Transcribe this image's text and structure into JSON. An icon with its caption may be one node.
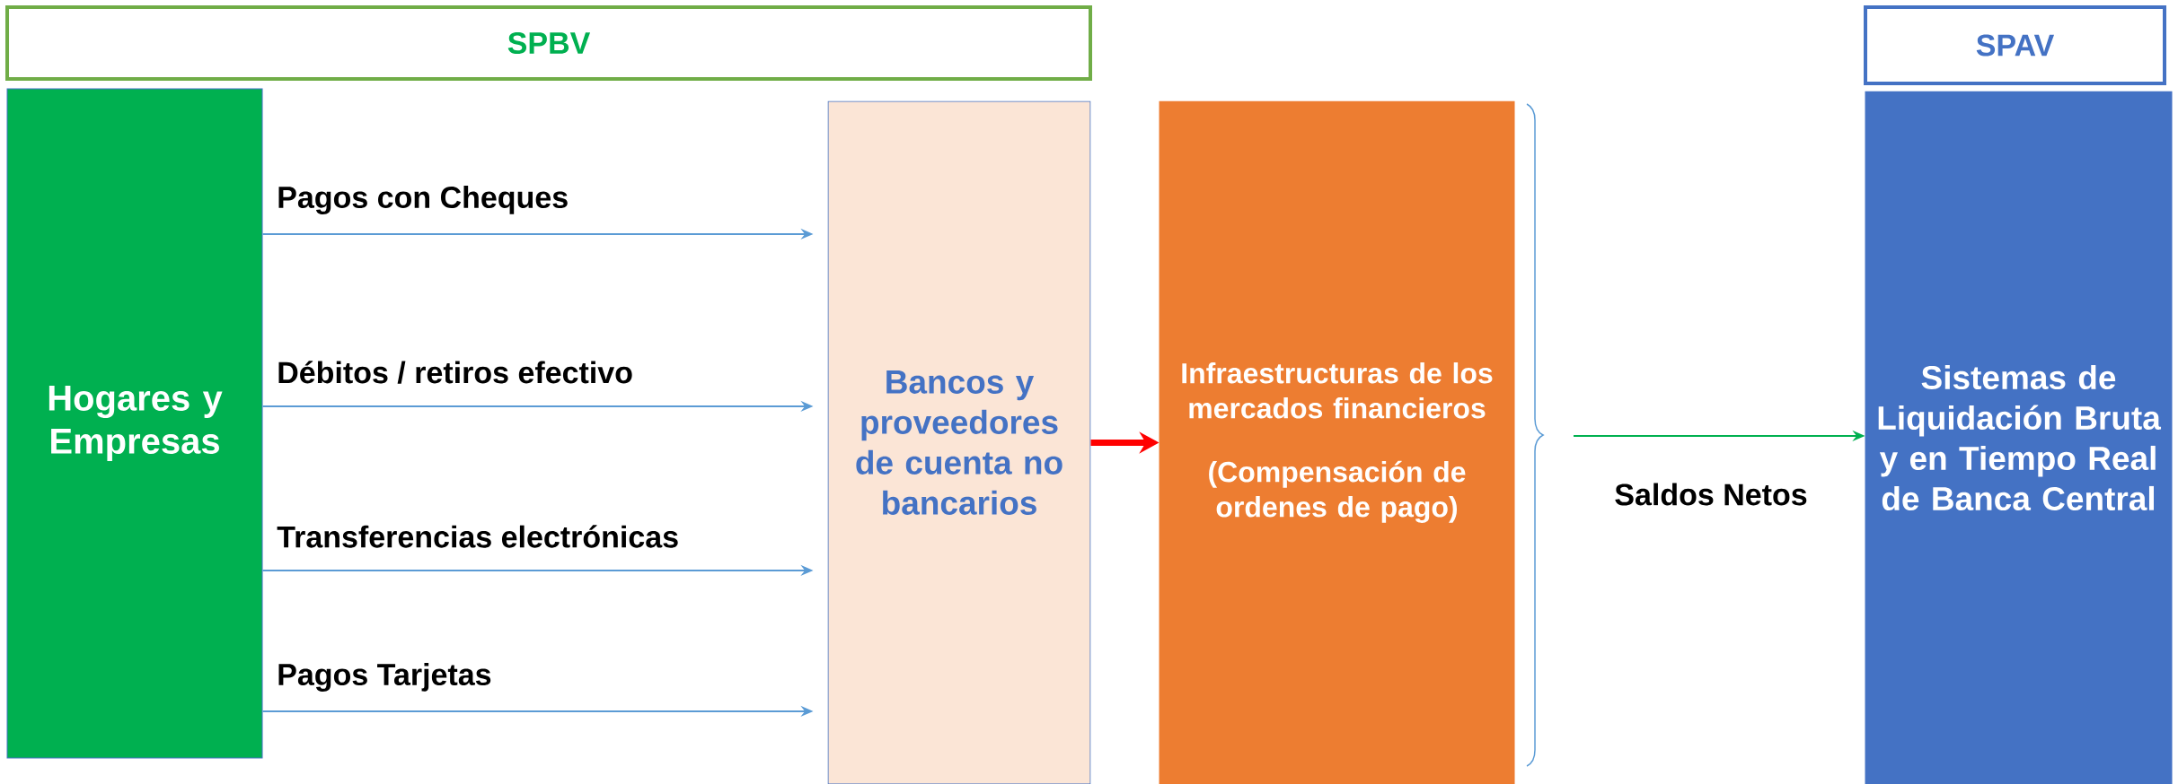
{
  "diagram": {
    "nodes": [
      {
        "text": [
          "SPBV"
        ]
      },
      {
        "text": [
          "SPAV"
        ]
      },
      {
        "text": [
          "Hogares y Empresas"
        ]
      },
      {
        "text": [
          "Bancos y proveedores de cuenta no bancarios"
        ]
      },
      {
        "text": [
          "Infraestructuras de los mercados financieros",
          "(Compensación de ordenes de pago)"
        ]
      },
      {
        "text": [
          "Sistemas de Liquidación Bruta y en Tiempo Real de Banca Central"
        ]
      }
    ],
    "edges": [
      {
        "from": 2,
        "to": 3,
        "arrow": "to",
        "label": "Pagos con Cheques"
      },
      {
        "from": 2,
        "to": 3,
        "arrow": "to",
        "label": "Débitos / retiros efectivo"
      },
      {
        "from": 2,
        "to": 3,
        "arrow": "to",
        "label": "Transferencias electrónicas"
      },
      {
        "from": 2,
        "to": 3,
        "arrow": "to",
        "label": "Pagos Tarjetas"
      },
      {
        "from": 3,
        "to": 4,
        "arrow": "to",
        "style": "thick",
        "color": "#ff0000"
      },
      {
        "from": null,
        "to": 5,
        "arrow": "to",
        "label": "Saldos Netos",
        "color": "#00b050"
      }
    ]
  }
}
